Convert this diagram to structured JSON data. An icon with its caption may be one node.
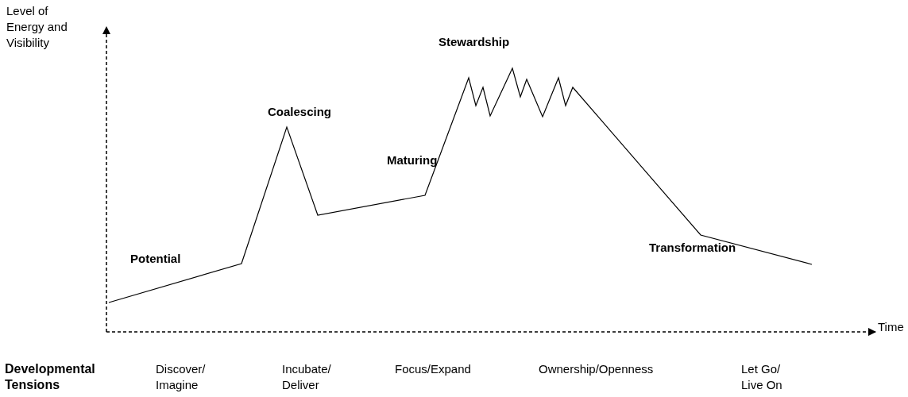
{
  "diagram": {
    "labels": [
      "Level of Energy and Visibility",
      "Stewardship",
      "Coalescing",
      "Maturing",
      "Potential",
      "Transformation",
      "Time",
      "Developmental Tensions",
      "Discover/ Imagine",
      "Incubate/ Deliver",
      "Focus/Expand",
      "Ownership/Openness",
      "Let Go/ Live On"
    ]
  }
}
